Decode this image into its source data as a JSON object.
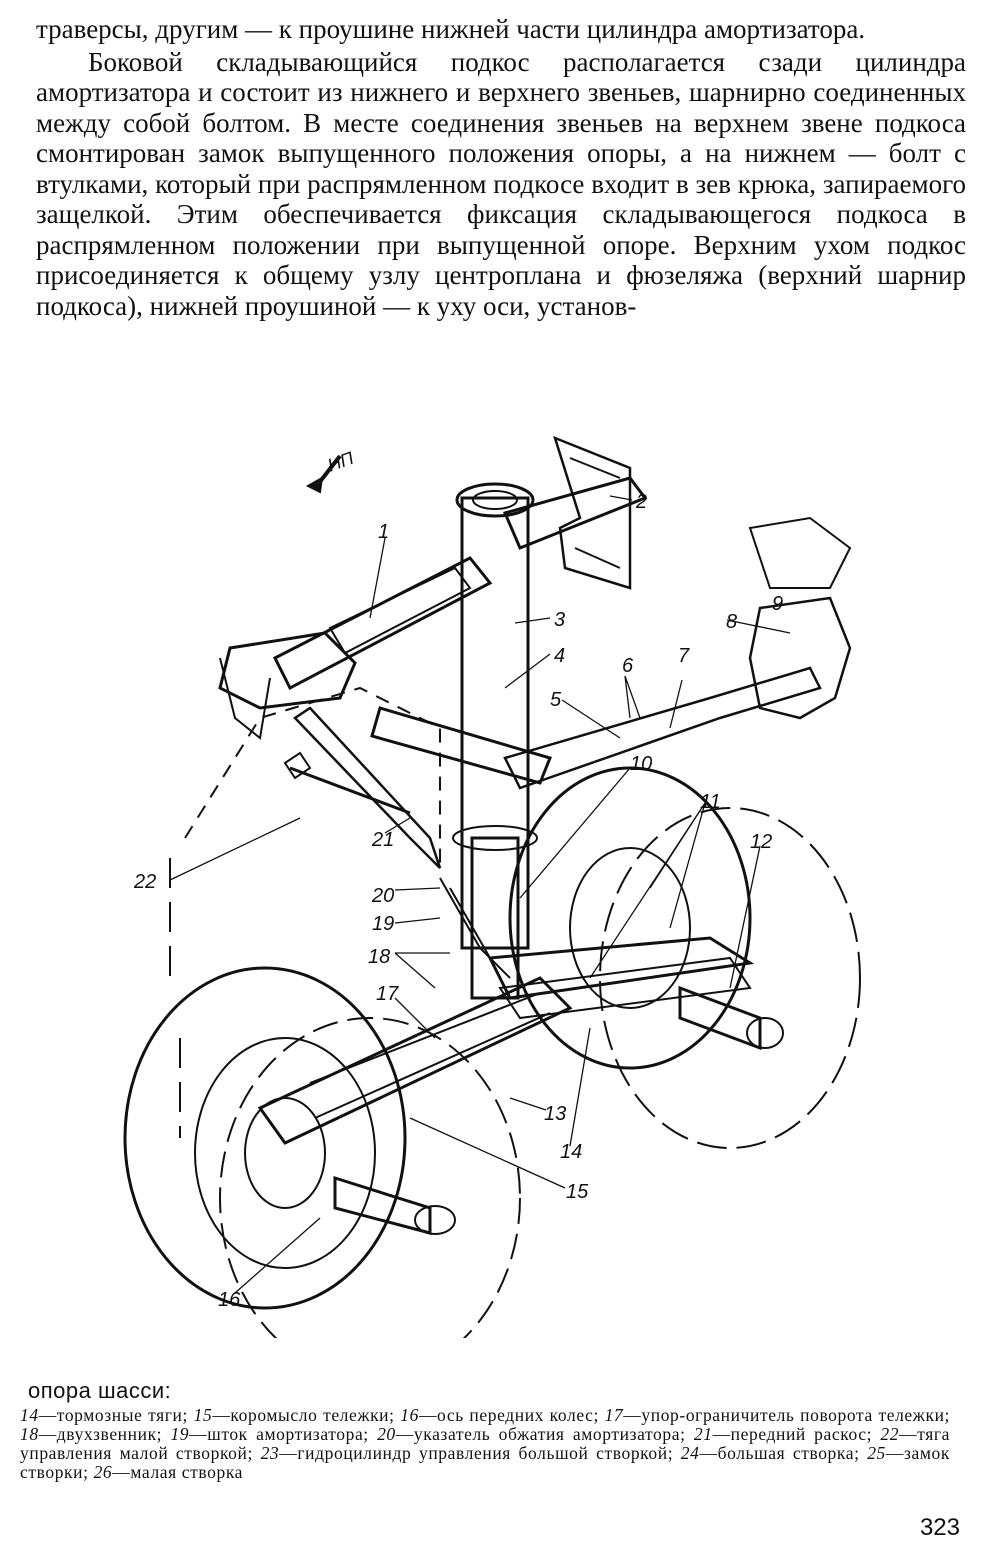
{
  "text": {
    "para1": "траверсы, другим — к проушине нижней части цилиндра амортизатора.",
    "para2": "Боковой складывающийся подкос располагается сзади цилиндра амортизатора и состоит из нижнего и верхнего звеньев, шарнирно соединенных между собой болтом. В месте соединения звеньев на верхнем звене подкоса смонтирован замок выпущенного положения опоры, а на нижнем — болт с втулками, который при распрямленном подкосе входит в зев крюка, запираемого защелкой. Этим обеспечивается фиксация складывающегося подкоса в распрямленном положении при выпущенной опоре. Верхним ухом подкос присоединяется к общему узлу центроплана и фюзеляжа (верхний шарнир подкоса), нижней проушиной — к уху оси, установ-"
  },
  "figure": {
    "direction_label": "НП",
    "callouts": [
      "1",
      "2",
      "3",
      "4",
      "5",
      "6",
      "7",
      "8",
      "9",
      "10",
      "11",
      "12",
      "13",
      "14",
      "15",
      "16",
      "17",
      "18",
      "19",
      "20",
      "21",
      "22"
    ]
  },
  "caption": {
    "head": "опора шасси:",
    "items": [
      {
        "num": "14",
        "text": "—тормозные тяги; "
      },
      {
        "num": "15",
        "text": "—коромысло тележки; "
      },
      {
        "num": "16",
        "text": "—ось передних колес; "
      },
      {
        "num": "17",
        "text": "—упор-ограничитель поворота тележки; "
      },
      {
        "num": "18",
        "text": "—двухзвенник; "
      },
      {
        "num": "19",
        "text": "—шток амортизатора; "
      },
      {
        "num": "20",
        "text": "—указатель обжатия амортизатора; "
      },
      {
        "num": "21",
        "text": "—передний раскос; "
      },
      {
        "num": "22",
        "text": "—тяга управления малой створкой; "
      },
      {
        "num": "23",
        "text": "—гидроцилиндр управления большой створкой; "
      },
      {
        "num": "24",
        "text": "—большая створка; "
      },
      {
        "num": "25",
        "text": "—замок створки; "
      },
      {
        "num": "26",
        "text": "—малая створка"
      }
    ]
  },
  "page_number": "323"
}
